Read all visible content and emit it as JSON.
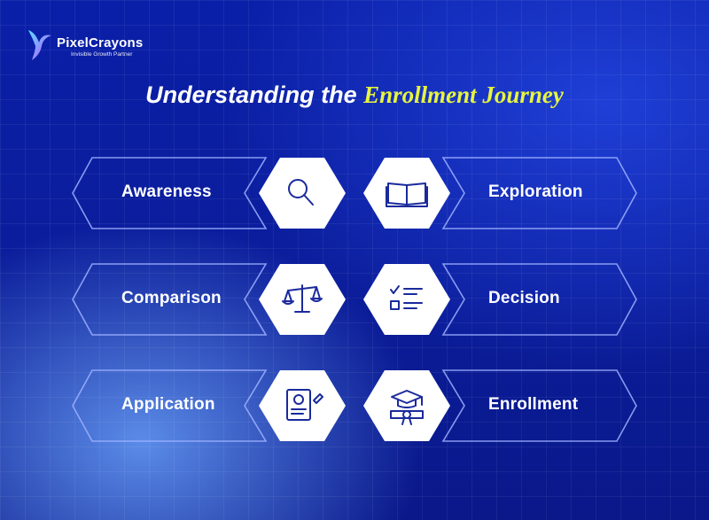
{
  "brand": {
    "name": "PixelCrayons",
    "tagline": "Invisible Growth Partner"
  },
  "title": {
    "prefix": "Understanding the",
    "highlight": "Enrollment Journey"
  },
  "stages": [
    {
      "label": "Awareness",
      "icon": "search-icon"
    },
    {
      "label": "Exploration",
      "icon": "book-icon"
    },
    {
      "label": "Comparison",
      "icon": "scales-icon"
    },
    {
      "label": "Decision",
      "icon": "checklist-icon"
    },
    {
      "label": "Application",
      "icon": "application-form-icon"
    },
    {
      "label": "Enrollment",
      "icon": "graduation-cap-icon"
    }
  ],
  "colors": {
    "highlight": "#e6f53d",
    "background": "#0b1d9b"
  }
}
